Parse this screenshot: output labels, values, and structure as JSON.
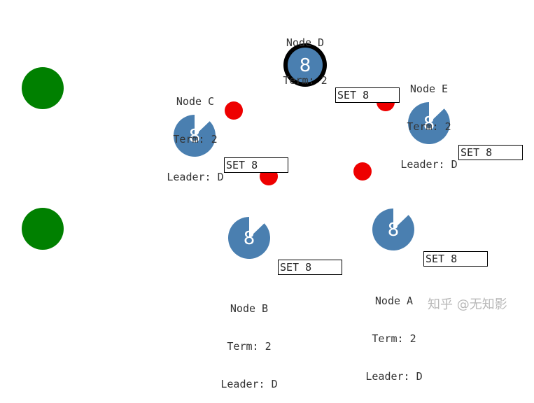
{
  "colors": {
    "node": "#4a7fb0",
    "leader_ring": "#000000",
    "client": "#008000",
    "message_dot": "#ee0000"
  },
  "nodes": {
    "a": {
      "name": "Node A",
      "term": "Term: 2",
      "leader": "Leader: D",
      "value": "8"
    },
    "b": {
      "name": "Node B",
      "term": "Term: 2",
      "leader": "Leader: D",
      "value": "8"
    },
    "c": {
      "name": "Node C",
      "term": "Term: 2",
      "leader": "Leader: D",
      "value": "8"
    },
    "d": {
      "name": "Node D",
      "term": "Term: 2",
      "value": "8"
    },
    "e": {
      "name": "Node E",
      "term": "Term: 2",
      "leader": "Leader: D",
      "value": "8"
    }
  },
  "messages": {
    "to_e": "SET 8",
    "to_e_right": "SET 8",
    "to_c": "SET 8",
    "to_b": "SET 8",
    "to_a": "SET 8"
  },
  "watermark": "知乎 @无知影"
}
